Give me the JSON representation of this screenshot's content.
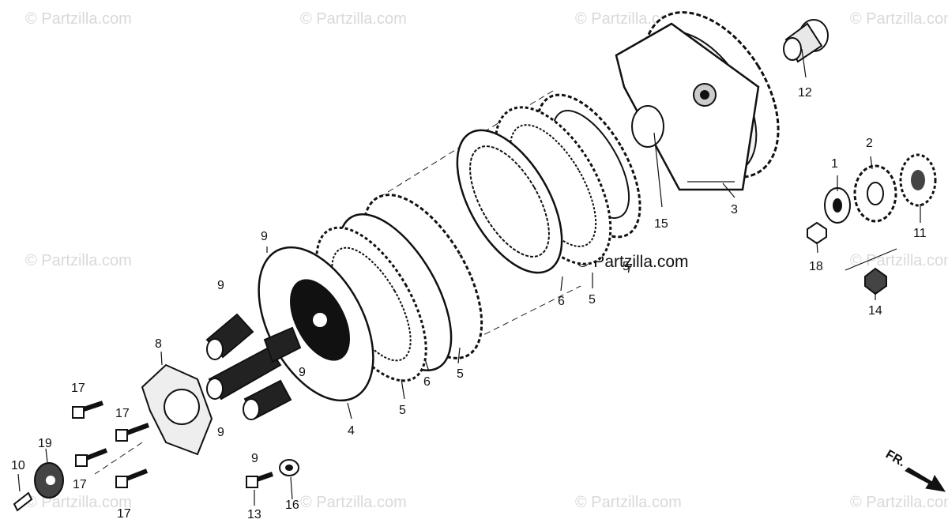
{
  "diagram": {
    "watermark_text": "© Partzilla.com",
    "center_watermark": "© Partzilla.com",
    "direction_marker": "FR.",
    "part_numbers": [
      "1",
      "2",
      "3",
      "4",
      "5",
      "5",
      "5",
      "5",
      "6",
      "6",
      "7",
      "8",
      "9",
      "9",
      "9",
      "9",
      "9",
      "10",
      "11",
      "12",
      "13",
      "14",
      "15",
      "16",
      "17",
      "17",
      "17",
      "17",
      "18",
      "19"
    ],
    "colors": {
      "line": "#111111",
      "watermark": "#d9d9d9",
      "background": "#ffffff"
    }
  }
}
